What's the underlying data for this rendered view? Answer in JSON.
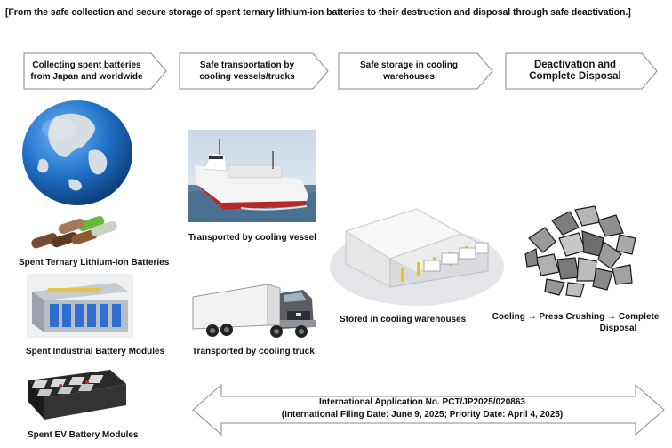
{
  "header": "[From the safe collection and secure storage of spent ternary lithium-ion batteries to their destruction and disposal through safe deactivation.]",
  "steps": [
    {
      "label": "Collecting spent batteries from Japan and worldwide"
    },
    {
      "label": "Safe transportation by cooling vessels/trucks"
    },
    {
      "label": "Safe storage in cooling warehouses"
    },
    {
      "label": "Deactivation and Complete Disposal"
    }
  ],
  "captions": {
    "ternary": "Spent Ternary Lithium-Ion Batteries",
    "industrial": "Spent Industrial Battery Modules",
    "ev": "Spent EV Battery Modules",
    "vessel": "Transported by cooling vessel",
    "truck": "Transported by cooling truck",
    "warehouse": "Stored in cooling warehouses",
    "disposal_line1": "Cooling → Press Crushing → Complete",
    "disposal_line2": "Disposal"
  },
  "application": {
    "line1": "International Application No. PCT/JP2025/020863",
    "line2": "(International Filing Date: June 9, 2025; Priority Date: April 4, 2025)"
  },
  "colors": {
    "arrow_stroke": "#8a8a8a",
    "globe_blue": "#1f6fc4",
    "globe_land": "#cfd6dc",
    "ship_hull": "#b32a2a",
    "sea": "#5b7fa0"
  }
}
